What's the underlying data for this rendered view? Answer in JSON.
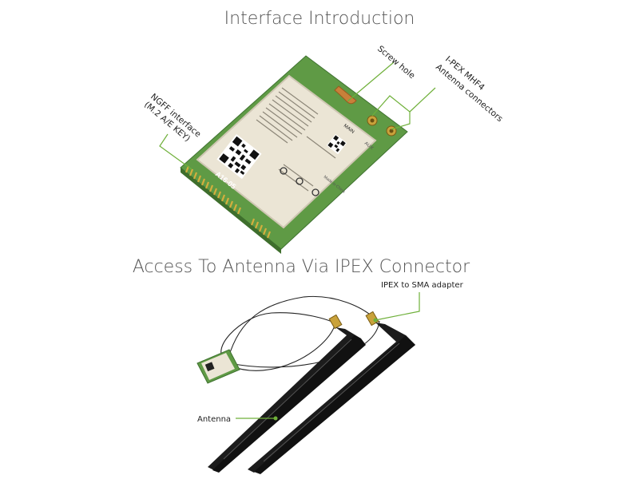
{
  "section1": {
    "title": "Interface Introduction",
    "label_ngff_line1": "NGFF interface",
    "label_ngff_line2": "(M.2 A/E KEY)",
    "label_screw": "Screw hole",
    "label_ipex_line1": "I-PEX MHF4",
    "label_ipex_line2": "Antenna connectors",
    "card_text": {
      "key_label": "A16-05",
      "main_label": "MAIN",
      "aux_label": "AUX",
      "made_in": "Made in China"
    }
  },
  "section2": {
    "title": "Access To Antenna Via IPEX Connector",
    "label_adapter": "IPEX to SMA adapter",
    "label_antenna": "Antenna"
  },
  "colors": {
    "pcb": "#5f9a45",
    "shield": "#e8e2d2",
    "callout_line": "#6fb03a",
    "antenna": "#1c1c1c",
    "gold": "#c9a23b"
  }
}
